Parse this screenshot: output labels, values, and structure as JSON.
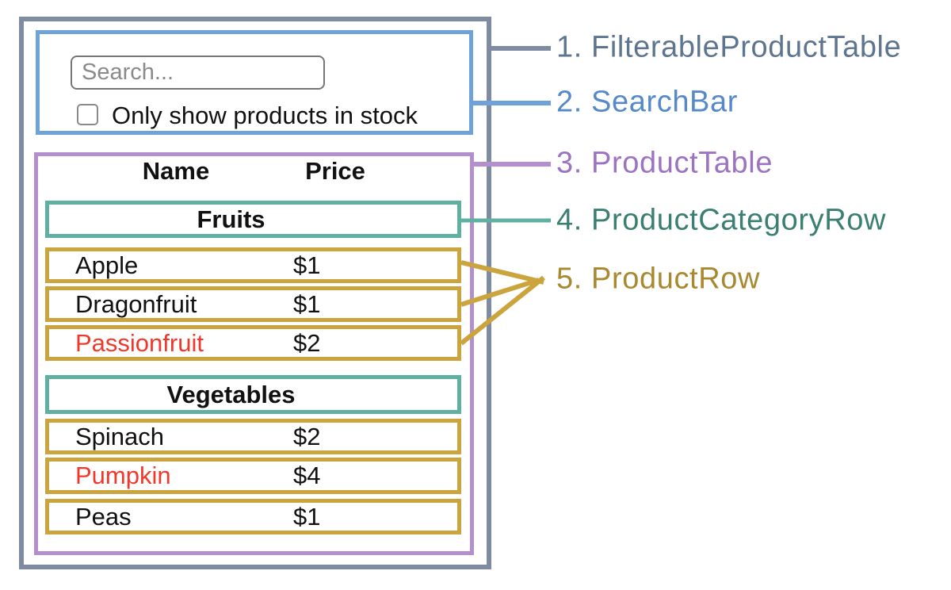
{
  "mock_ui": {
    "search_bar": {
      "input_placeholder": "Search...",
      "input_value": "",
      "checkbox_label": "Only show products in stock",
      "checkbox_checked": false
    },
    "table": {
      "header": {
        "name": "Name",
        "price": "Price"
      },
      "sections": [
        {
          "category": "Fruits",
          "rows": [
            {
              "name": "Apple",
              "price": "$1",
              "name_color": "#111111"
            },
            {
              "name": "Dragonfruit",
              "price": "$1",
              "name_color": "#111111"
            },
            {
              "name": "Passionfruit",
              "price": "$2",
              "name_color": "#f2382a"
            }
          ]
        },
        {
          "category": "Vegetables",
          "rows": [
            {
              "name": "Spinach",
              "price": "$2",
              "name_color": "#111111"
            },
            {
              "name": "Pumpkin",
              "price": "$4",
              "name_color": "#f2382a"
            },
            {
              "name": "Peas",
              "price": "$1",
              "name_color": "#111111"
            }
          ]
        }
      ]
    }
  },
  "legend": {
    "items": [
      {
        "label": "1. FilterableProductTable",
        "color": "#5e7590"
      },
      {
        "label": "2. SearchBar",
        "color": "#5689ca"
      },
      {
        "label": "3. ProductTable",
        "color": "#9c73c2"
      },
      {
        "label": "4. ProductCategoryRow",
        "color": "#3a7f71"
      },
      {
        "label": "5. ProductRow",
        "color": "#a8892f"
      }
    ]
  },
  "palette": {
    "filterable_product_table_outline": "#7e8ba1",
    "search_bar_outline": "#6fa1da",
    "product_table_outline": "#b48fcd",
    "product_category_row_outline": "#5fb0a0",
    "product_row_outline": "#cba43d",
    "out_of_stock_text": "#f2382a",
    "background": "#ffffff"
  }
}
